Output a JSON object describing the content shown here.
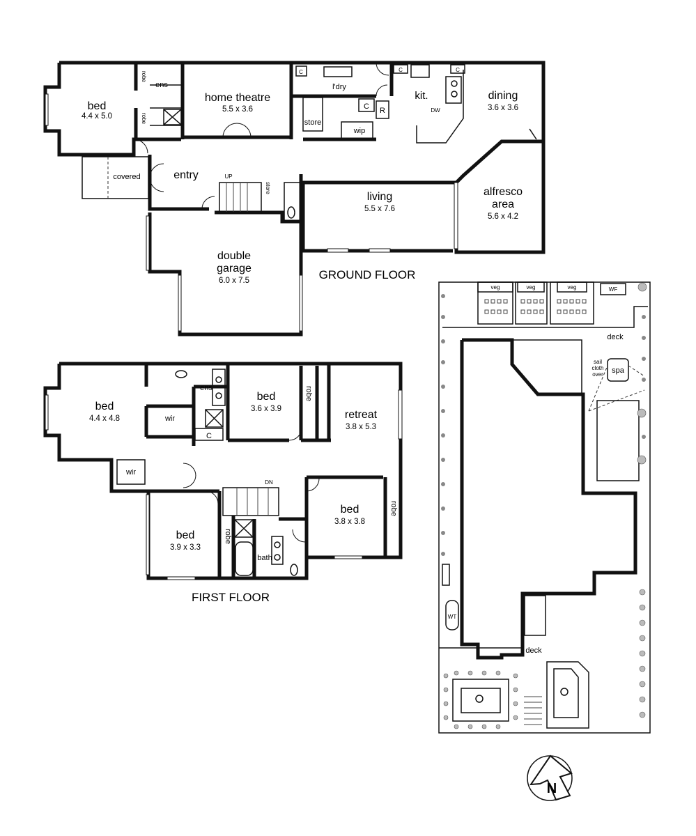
{
  "ground_floor": {
    "title": "GROUND FLOOR",
    "rooms": {
      "bed": {
        "name": "bed",
        "dim": "4.4 x 5.0"
      },
      "home_theatre": {
        "name": "home theatre",
        "dim": "5.5 x 3.6"
      },
      "dining": {
        "name": "dining",
        "dim": "3.6 x 3.6"
      },
      "living": {
        "name": "living",
        "dim": "5.5 x 7.6"
      },
      "alfresco_line1": "alfresco",
      "alfresco_line2": "area",
      "alfresco_dim": "5.6 x 4.2",
      "garage_line1": "double",
      "garage_line2": "garage",
      "garage_dim": "6.0 x 7.5"
    },
    "labels": {
      "robe": "robe",
      "ens": "ens",
      "laundry": "l'dry",
      "kitchen": "kit.",
      "store": "store",
      "wip": "wip",
      "cupboard": "C",
      "fridge": "R",
      "dishwasher": "DW",
      "entry": "entry",
      "covered": "covered",
      "up": "UP"
    }
  },
  "first_floor": {
    "title": "FIRST FLOOR",
    "rooms": {
      "bed_master": {
        "name": "bed",
        "dim": "4.4 x 4.8"
      },
      "bed_2": {
        "name": "bed",
        "dim": "3.6 x 3.9"
      },
      "retreat": {
        "name": "retreat",
        "dim": "3.8 x 5.3"
      },
      "bed_3": {
        "name": "bed",
        "dim": "3.8 x 3.8"
      },
      "bed_4": {
        "name": "bed",
        "dim": "3.9 x 3.3"
      }
    },
    "labels": {
      "ens": "ens",
      "wir": "wir",
      "cupboard": "C",
      "robe": "robe",
      "bath": "bath",
      "down": "DN"
    }
  },
  "site_plan": {
    "labels": {
      "veg": "veg",
      "wf": "WF",
      "deck": "deck",
      "sail_line1": "sail",
      "sail_line2": "cloth",
      "sail_line3": "over",
      "spa": "spa",
      "wt": "WT"
    }
  },
  "compass": {
    "letter": "N"
  }
}
